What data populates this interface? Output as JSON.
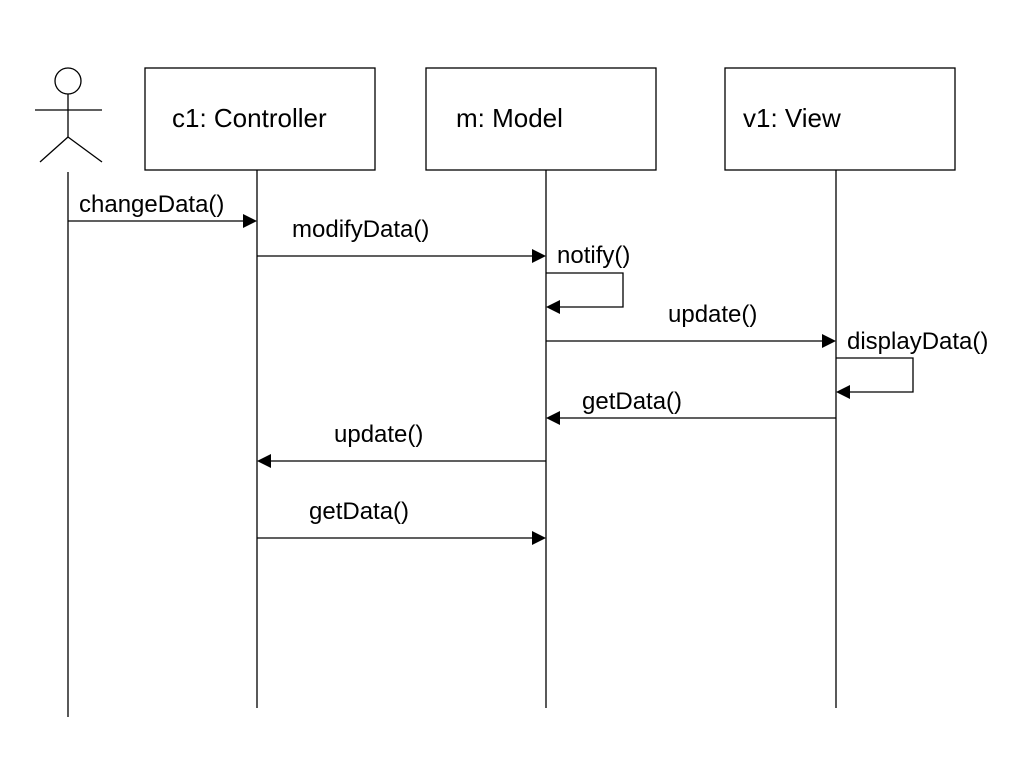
{
  "diagram": {
    "type": "uml-sequence",
    "participants": [
      {
        "id": "user",
        "kind": "actor",
        "label": ""
      },
      {
        "id": "c1",
        "kind": "object",
        "label": "c1: Controller"
      },
      {
        "id": "m",
        "kind": "object",
        "label": "m: Model"
      },
      {
        "id": "v1",
        "kind": "object",
        "label": "v1: View"
      }
    ],
    "messages": [
      {
        "from": "user",
        "to": "c1",
        "label": "changeData()"
      },
      {
        "from": "c1",
        "to": "m",
        "label": "modifyData()"
      },
      {
        "from": "m",
        "to": "m",
        "label": "notify()"
      },
      {
        "from": "m",
        "to": "v1",
        "label": "update()"
      },
      {
        "from": "v1",
        "to": "v1",
        "label": "displayData()"
      },
      {
        "from": "v1",
        "to": "m",
        "label": "getData()"
      },
      {
        "from": "m",
        "to": "c1",
        "label": "update()"
      },
      {
        "from": "c1",
        "to": "m",
        "label": "getData()"
      }
    ],
    "colors": {
      "line": "#000000",
      "background": "#ffffff"
    }
  }
}
